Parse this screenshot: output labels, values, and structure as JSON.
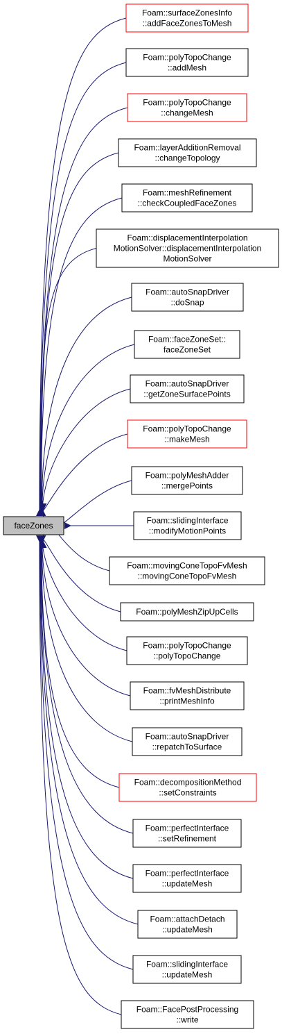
{
  "center": {
    "label": "faceZones"
  },
  "colors": {
    "edge": "#191970",
    "normal_border": "#000000",
    "red_border": "#ff0000",
    "center_fill": "#bfbfbf"
  },
  "nodes": [
    {
      "lines": [
        "Foam::surfaceZonesInfo",
        "::addFaceZonesToMesh"
      ],
      "border": "red"
    },
    {
      "lines": [
        "Foam::polyTopoChange",
        "::addMesh"
      ],
      "border": "black"
    },
    {
      "lines": [
        "Foam::polyTopoChange",
        "::changeMesh"
      ],
      "border": "red"
    },
    {
      "lines": [
        "Foam::layerAdditionRemoval",
        "::changeTopology"
      ],
      "border": "black"
    },
    {
      "lines": [
        "Foam::meshRefinement",
        "::checkCoupledFaceZones"
      ],
      "border": "black"
    },
    {
      "lines": [
        "Foam::displacementInterpolation",
        "MotionSolver::displacementInterpolation",
        "MotionSolver"
      ],
      "border": "black"
    },
    {
      "lines": [
        "Foam::autoSnapDriver",
        "::doSnap"
      ],
      "border": "black"
    },
    {
      "lines": [
        "Foam::faceZoneSet::",
        "faceZoneSet"
      ],
      "border": "black"
    },
    {
      "lines": [
        "Foam::autoSnapDriver",
        "::getZoneSurfacePoints"
      ],
      "border": "black"
    },
    {
      "lines": [
        "Foam::polyTopoChange",
        "::makeMesh"
      ],
      "border": "red"
    },
    {
      "lines": [
        "Foam::polyMeshAdder",
        "::mergePoints"
      ],
      "border": "black"
    },
    {
      "lines": [
        "Foam::slidingInterface",
        "::modifyMotionPoints"
      ],
      "border": "black"
    },
    {
      "lines": [
        "Foam::movingConeTopoFvMesh",
        "::movingConeTopoFvMesh"
      ],
      "border": "black"
    },
    {
      "lines": [
        "Foam::polyMeshZipUpCells"
      ],
      "border": "black"
    },
    {
      "lines": [
        "Foam::polyTopoChange",
        "::polyTopoChange"
      ],
      "border": "black"
    },
    {
      "lines": [
        "Foam::fvMeshDistribute",
        "::printMeshInfo"
      ],
      "border": "black"
    },
    {
      "lines": [
        "Foam::autoSnapDriver",
        "::repatchToSurface"
      ],
      "border": "black"
    },
    {
      "lines": [
        "Foam::decompositionMethod",
        "::setConstraints"
      ],
      "border": "red"
    },
    {
      "lines": [
        "Foam::perfectInterface",
        "::setRefinement"
      ],
      "border": "black"
    },
    {
      "lines": [
        "Foam::perfectInterface",
        "::updateMesh"
      ],
      "border": "black"
    },
    {
      "lines": [
        "Foam::attachDetach",
        "::updateMesh"
      ],
      "border": "black"
    },
    {
      "lines": [
        "Foam::slidingInterface",
        "::updateMesh"
      ],
      "border": "black"
    },
    {
      "lines": [
        "Foam::FacePostProcessing",
        "::write"
      ],
      "border": "black"
    }
  ]
}
